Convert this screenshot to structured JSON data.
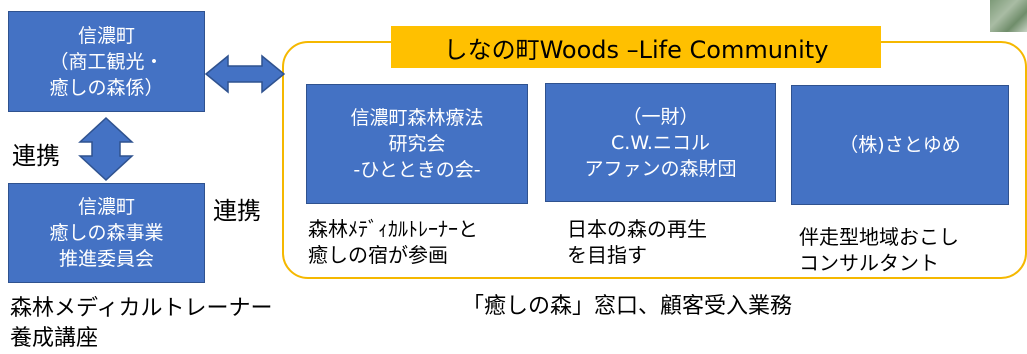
{
  "left_boxes": {
    "top": [
      "信濃町",
      "（商工観光・",
      "癒しの森係）"
    ],
    "bottom": [
      "信濃町",
      "癒しの森事業",
      "推進委員会"
    ]
  },
  "labels": {
    "link_vertical": "連携",
    "link_horizontal": "連携",
    "trainer_course": [
      "森林メディカルトレーナー",
      "養成講座"
    ],
    "window": "「癒しの森」窓口、顧客受入業務"
  },
  "community": {
    "title": "しなの町Woods –Life Community",
    "members": [
      {
        "lines": [
          "信濃町森林療法",
          "研究会",
          "-ひとときの会-"
        ],
        "desc": [
          "森林ﾒﾃﾞｨｶﾙﾄﾚｰﾅｰと",
          "癒しの宿が参画"
        ]
      },
      {
        "lines": [
          "（一財）",
          "C.W.ニコル",
          "アファンの森財団"
        ],
        "desc": [
          "日本の森の再生",
          "を目指す"
        ]
      },
      {
        "lines": [
          "（株)さとゆめ"
        ],
        "desc": [
          "伴走型地域おこし",
          "コンサルタント"
        ]
      }
    ]
  },
  "colors": {
    "box_fill": "#4472c4",
    "banner_fill": "#ffc000",
    "frame_border": "#f5b800"
  }
}
